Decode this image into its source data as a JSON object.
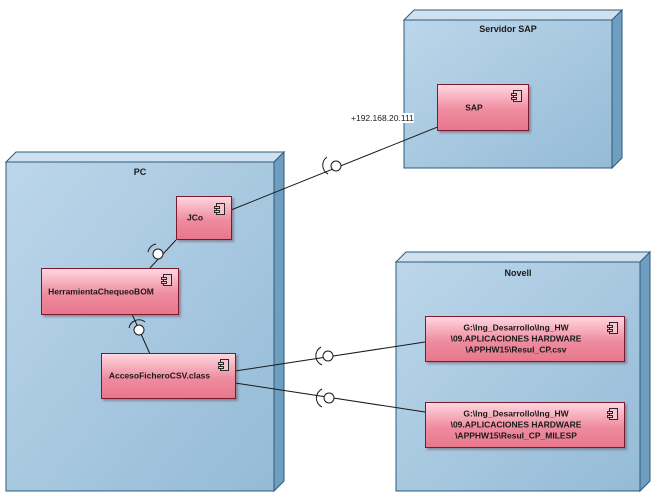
{
  "nodes": {
    "servidor": {
      "title": "Servidor SAP"
    },
    "pc": {
      "title": "PC"
    },
    "novell": {
      "title": "Novell"
    }
  },
  "components": {
    "sap": "SAP",
    "jco": "JCo",
    "herramienta": "HerramientaChequeoBOM",
    "acceso": "AccesoFicheroCSV.class",
    "resul_cp": "G:\\Ing_Desarrollo\\Ing_HW\n\\09.APLICACIONES HARDWARE\n\\APPHW15\\Resul_CP.csv",
    "resul_milesp": "G:\\Ing_Desarrollo\\Ing_HW\n\\09.APLICACIONES HARDWARE\n\\APPHW15\\Resul_CP_MILESP"
  },
  "connections": {
    "ip_label": "+192.168.20.111"
  },
  "colors": {
    "node_face": "#a9c9df",
    "node_top": "#c8dcec",
    "node_side": "#6f9fc0",
    "node_stroke": "#2f5a7a",
    "component_fill": "#ef8c9f"
  }
}
